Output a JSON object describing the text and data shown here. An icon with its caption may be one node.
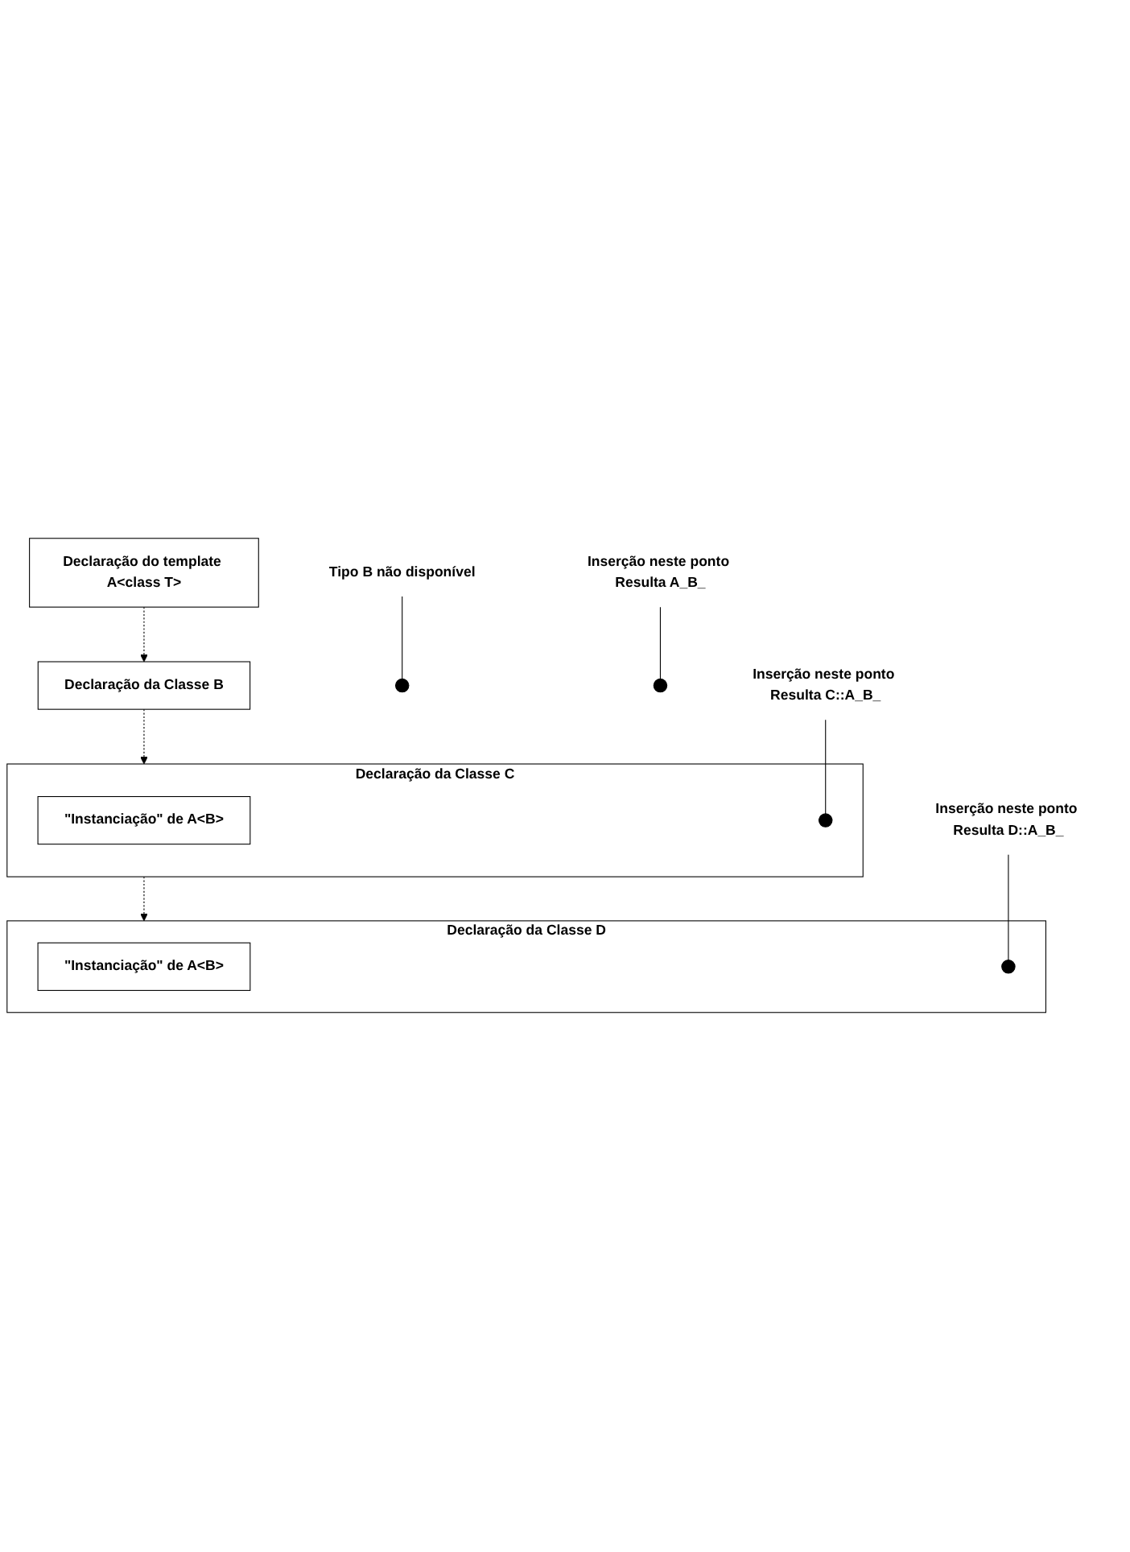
{
  "diagram": {
    "nodes": [
      {
        "text": [
          "Declaração do template A<class T>"
        ]
      },
      {
        "text": [
          "Declaração da Classe B"
        ]
      },
      {
        "text": [
          "Declaração da Classe C"
        ]
      },
      {
        "text": [
          "\"Instanciação\" de A<B>"
        ],
        "in": 2
      },
      {
        "text": [
          "Declaração da Classe D"
        ]
      },
      {
        "text": [
          "\"Instanciação\" de A<B>"
        ],
        "in": 4
      },
      {
        "text": [],
        "shape": "circle"
      },
      {
        "text": [
          "Tipo B não disponível"
        ]
      },
      {
        "text": [],
        "shape": "circle"
      },
      {
        "text": [
          "Inserção neste ponto Resulta A_B_"
        ]
      },
      {
        "text": [],
        "shape": "circle",
        "in": 2
      },
      {
        "text": [
          "Inserção neste ponto Resulta C::A_B_"
        ]
      },
      {
        "text": [],
        "shape": "circle",
        "in": 4
      },
      {
        "text": [
          "Inserção neste ponto Resulta D::A_B_"
        ]
      }
    ],
    "edges": [
      {
        "from": 0,
        "to": 1,
        "arrow": "to",
        "style": "dashed"
      },
      {
        "from": 1,
        "to": 2,
        "arrow": "to",
        "style": "dashed"
      },
      {
        "from": 2,
        "to": 4,
        "arrow": "to",
        "style": "dashed"
      },
      {
        "from": 7,
        "to": 6,
        "arrow": "none"
      },
      {
        "from": 9,
        "to": 8,
        "arrow": "none"
      },
      {
        "from": 11,
        "to": 10,
        "arrow": "none"
      },
      {
        "from": 13,
        "to": 12,
        "arrow": "none"
      }
    ]
  }
}
